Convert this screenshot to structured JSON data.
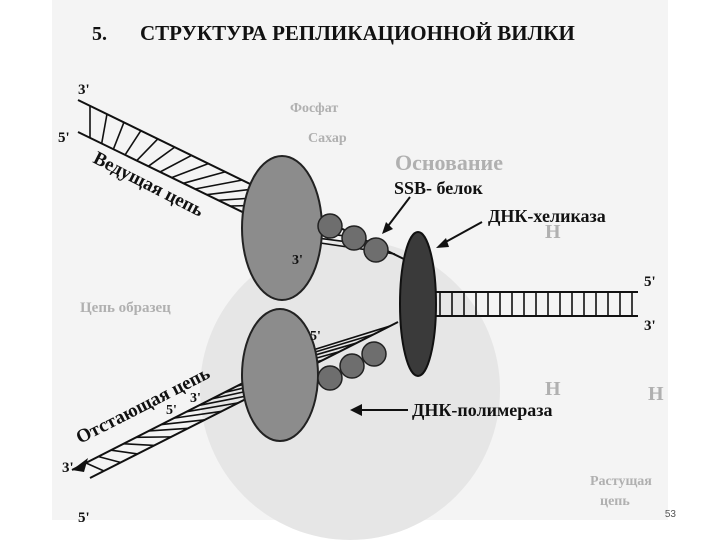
{
  "slide": {
    "number_prefix": "5.",
    "title": "СТРУКТУРА РЕПЛИКАЦИОННОЙ ВИЛКИ",
    "page_number": "53"
  },
  "diagram": {
    "labels": {
      "top_left_3": "3'",
      "top_left_5": "5'",
      "leading_strand": "Ведущая цепь",
      "leading_end_3": "3'",
      "ssb": "SSB- белок",
      "helicase": "ДНК-хеликаза",
      "right_5": "5'",
      "right_3": "3'",
      "lagging_inner_5": "5'",
      "lagging_strand": "Отстающая цепь",
      "lagging_3": "3'",
      "lagging_5": "5'",
      "bottom_left_3": "3'",
      "bottom_left_5": "5'",
      "polymerase": "ДНК-полимераза"
    },
    "background_ghost_text": {
      "g1": "Основание",
      "g2": "Фосфат",
      "g3": "Сахар",
      "g4": "Цепь образец",
      "g5": "Н",
      "g6": "Н",
      "g7": "Н",
      "g8": "Растущая",
      "g9": "цепь"
    },
    "colors": {
      "protein_fill": "#8c8c8c",
      "helicase_fill": "#3a3a3a",
      "ssb_fill": "#6e6e6e",
      "strand": "#111111",
      "ghost_bg": "#d6d6d6"
    }
  }
}
